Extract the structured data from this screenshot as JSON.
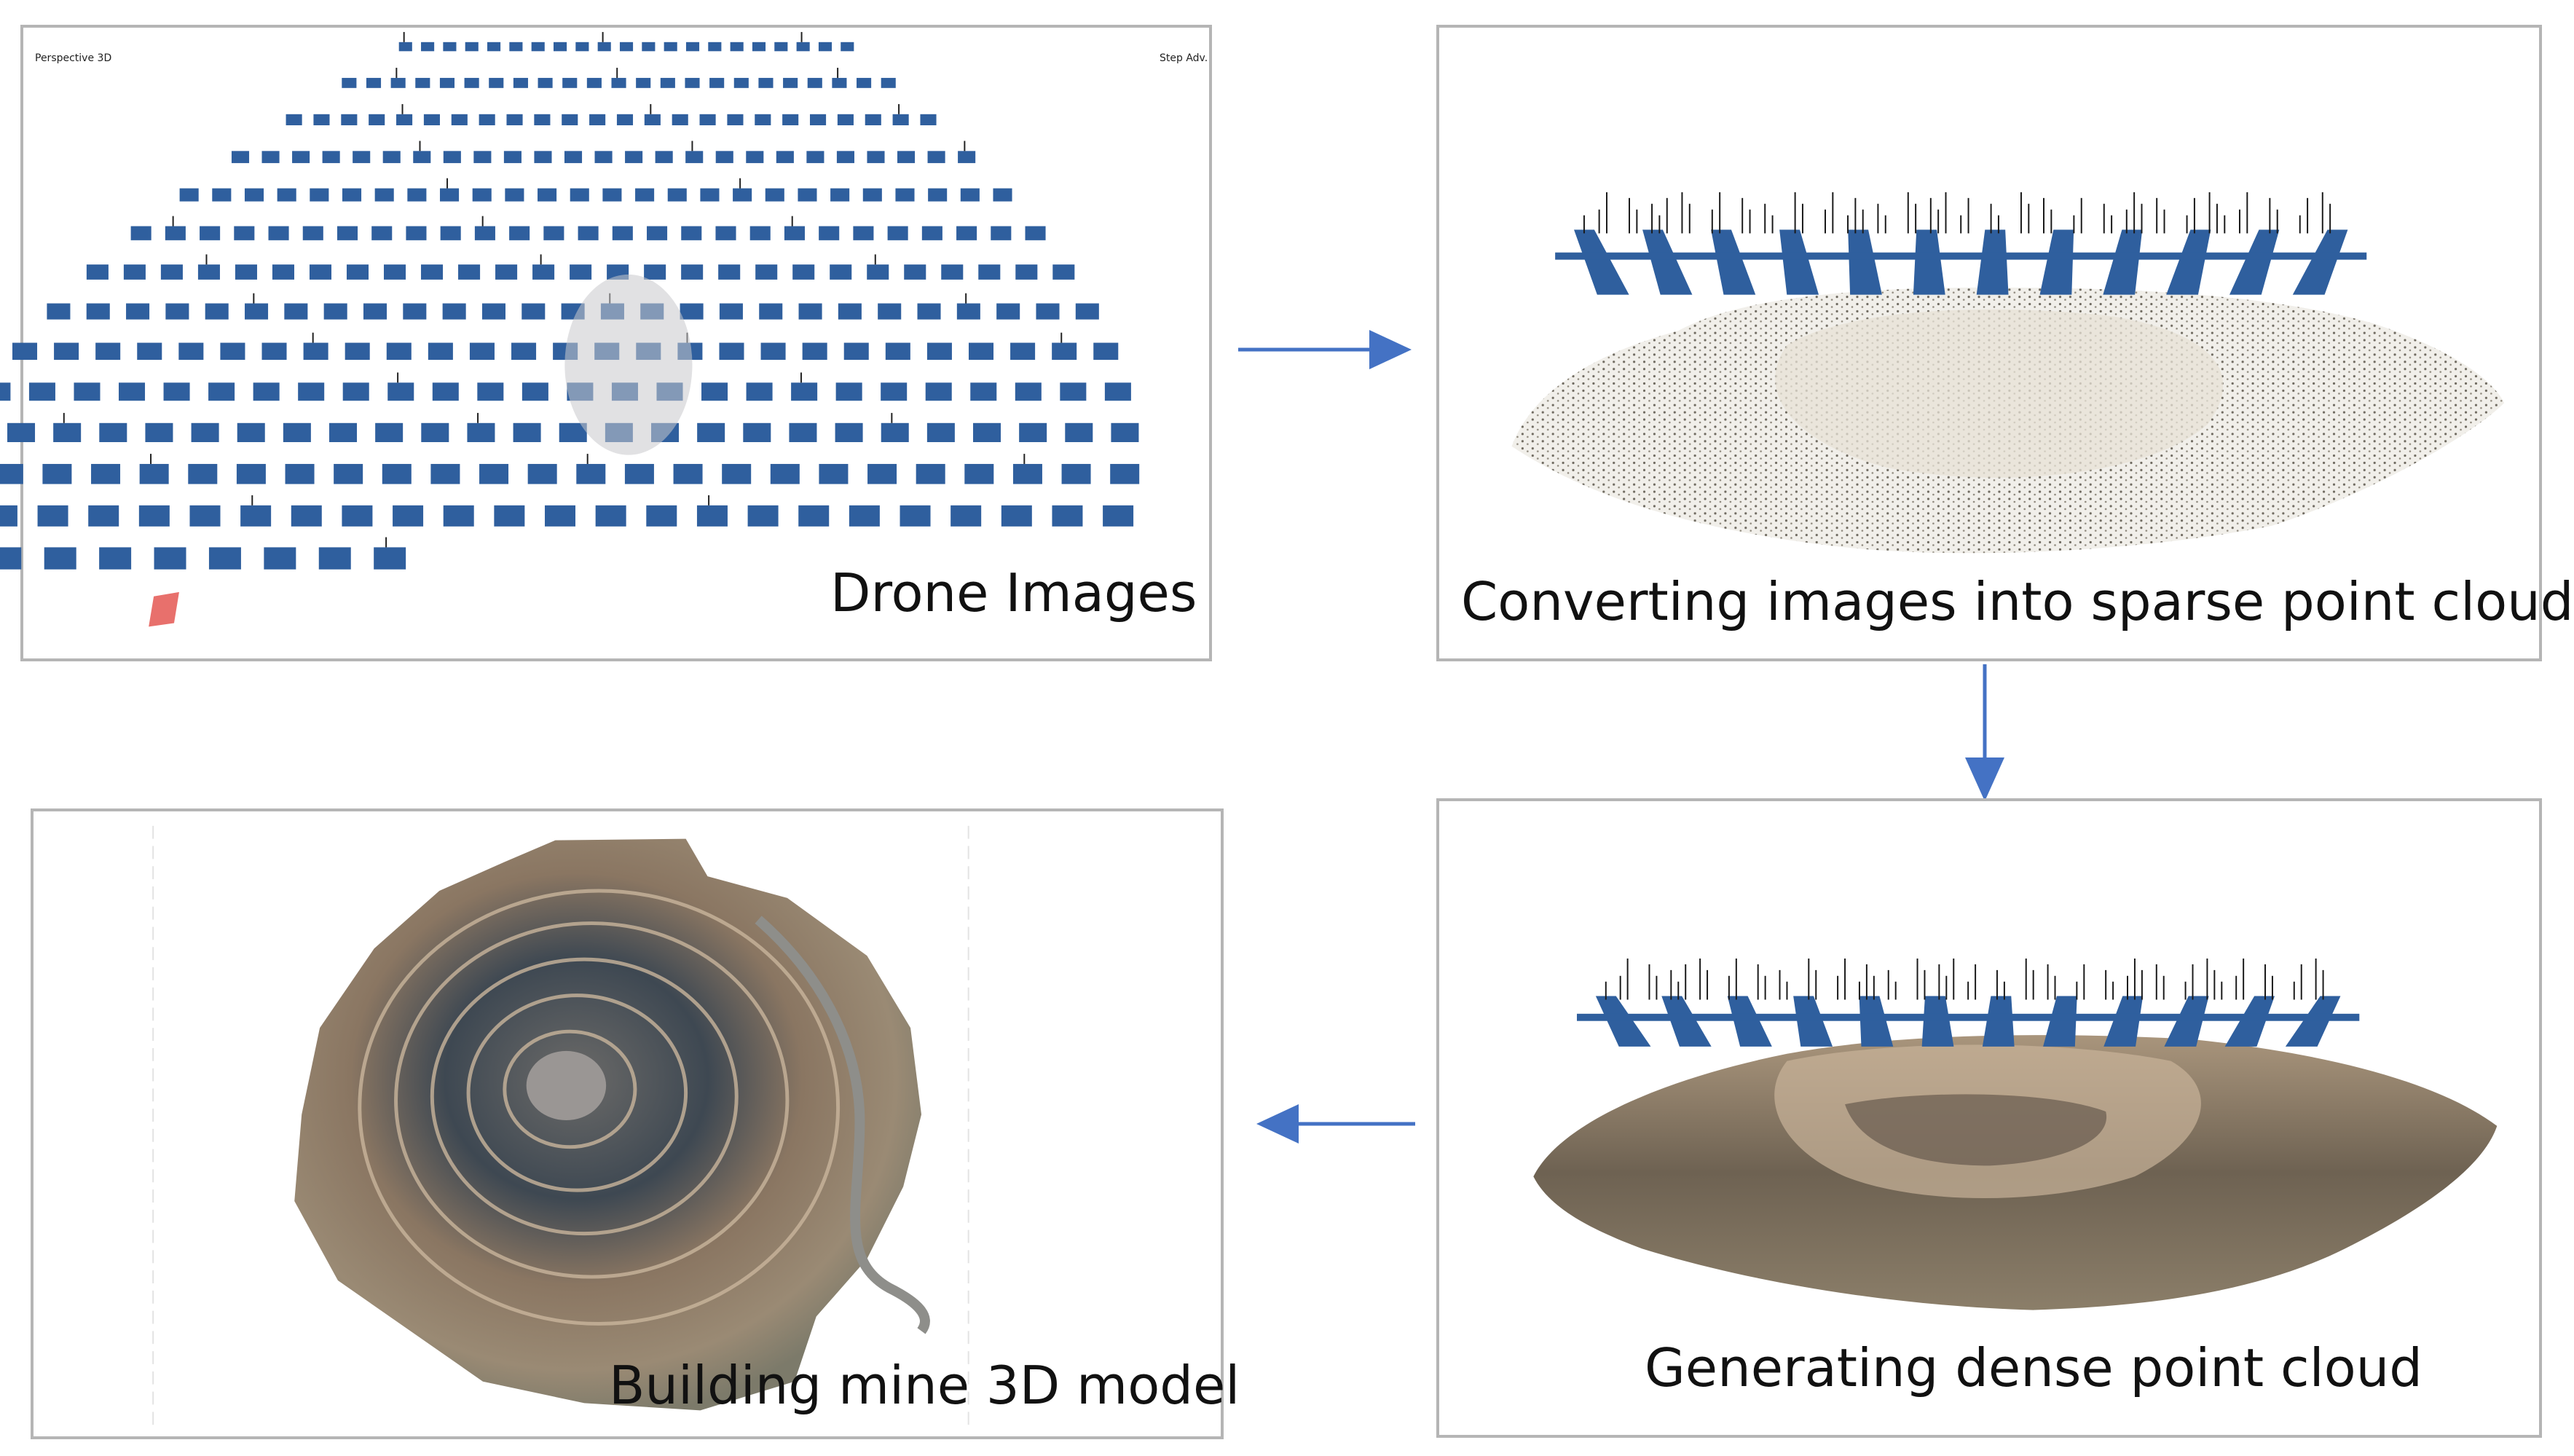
{
  "panels": {
    "drone": {
      "label": "Drone Images",
      "corner_left": "Perspective 3D",
      "corner_right": "Step Adv."
    },
    "sparse": {
      "label": "Converting images into sparse point cloud"
    },
    "dense": {
      "label": "Generating dense point cloud"
    },
    "model": {
      "label": "Building mine 3D model"
    }
  },
  "colors": {
    "camera_blue": "#2f5f9e",
    "arrow_blue": "#4472c4",
    "highlight_red": "#e8706c",
    "border_gray": "#b5b5b5"
  }
}
